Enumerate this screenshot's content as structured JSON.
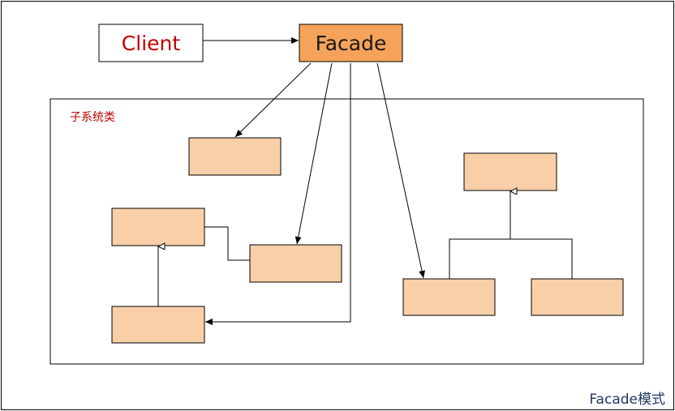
{
  "diagram": {
    "client_label": "Client",
    "facade_label": "Facade",
    "subsystem_title": "子系统类",
    "caption": "Facade模式"
  },
  "colors": {
    "facade_fill": "#f5a35a",
    "class_fill": "#f9cfa8",
    "client_fill": "#ffffff",
    "text_red": "#c00000",
    "caption_blue": "#1f3864",
    "stroke": "#000000"
  }
}
